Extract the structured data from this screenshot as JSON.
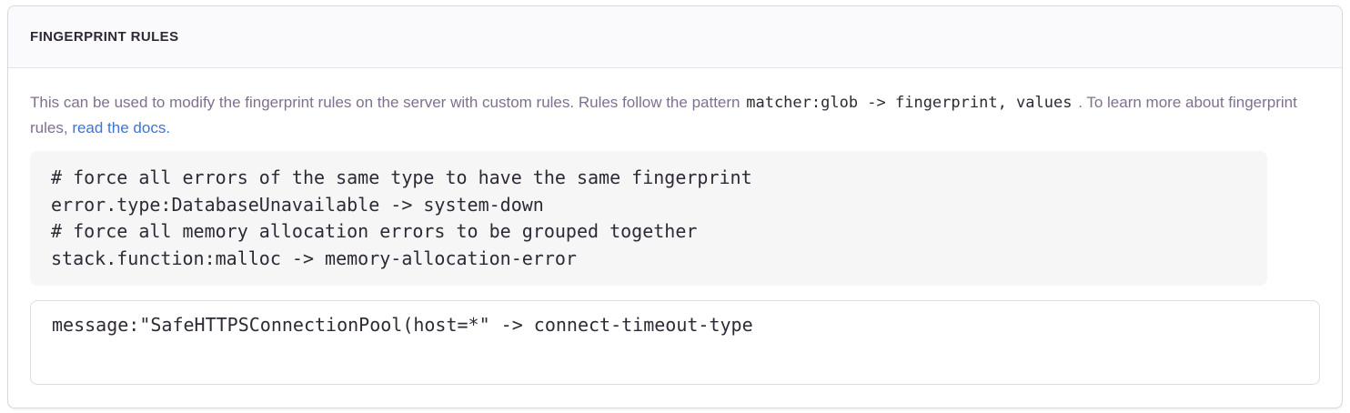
{
  "panel": {
    "title": "FINGERPRINT RULES",
    "description": {
      "part1": "This can be used to modify the fingerprint rules on the server with custom rules. Rules follow the pattern",
      "pattern_code": "matcher:glob -> fingerprint, values",
      "part2": ". To learn more about fingerprint rules,",
      "link_label": "read the docs."
    },
    "example_code": "# force all errors of the same type to have the same fingerprint\nerror.type:DatabaseUnavailable -> system-down\n# force all memory allocation errors to be grouped together\nstack.function:malloc -> memory-allocation-error",
    "input": {
      "value": "message:\"SafeHTTPSConnectionPool(host=*\" -> connect-timeout-type"
    },
    "colors": {
      "accent_link": "#3c74dd",
      "heading_text": "#2f2936",
      "body_text": "#80708f",
      "code_text": "#2f2936",
      "code_block_bg": "#f6f6f7",
      "header_bg": "#faf9fb",
      "card_border": "#d9d6e0"
    }
  }
}
